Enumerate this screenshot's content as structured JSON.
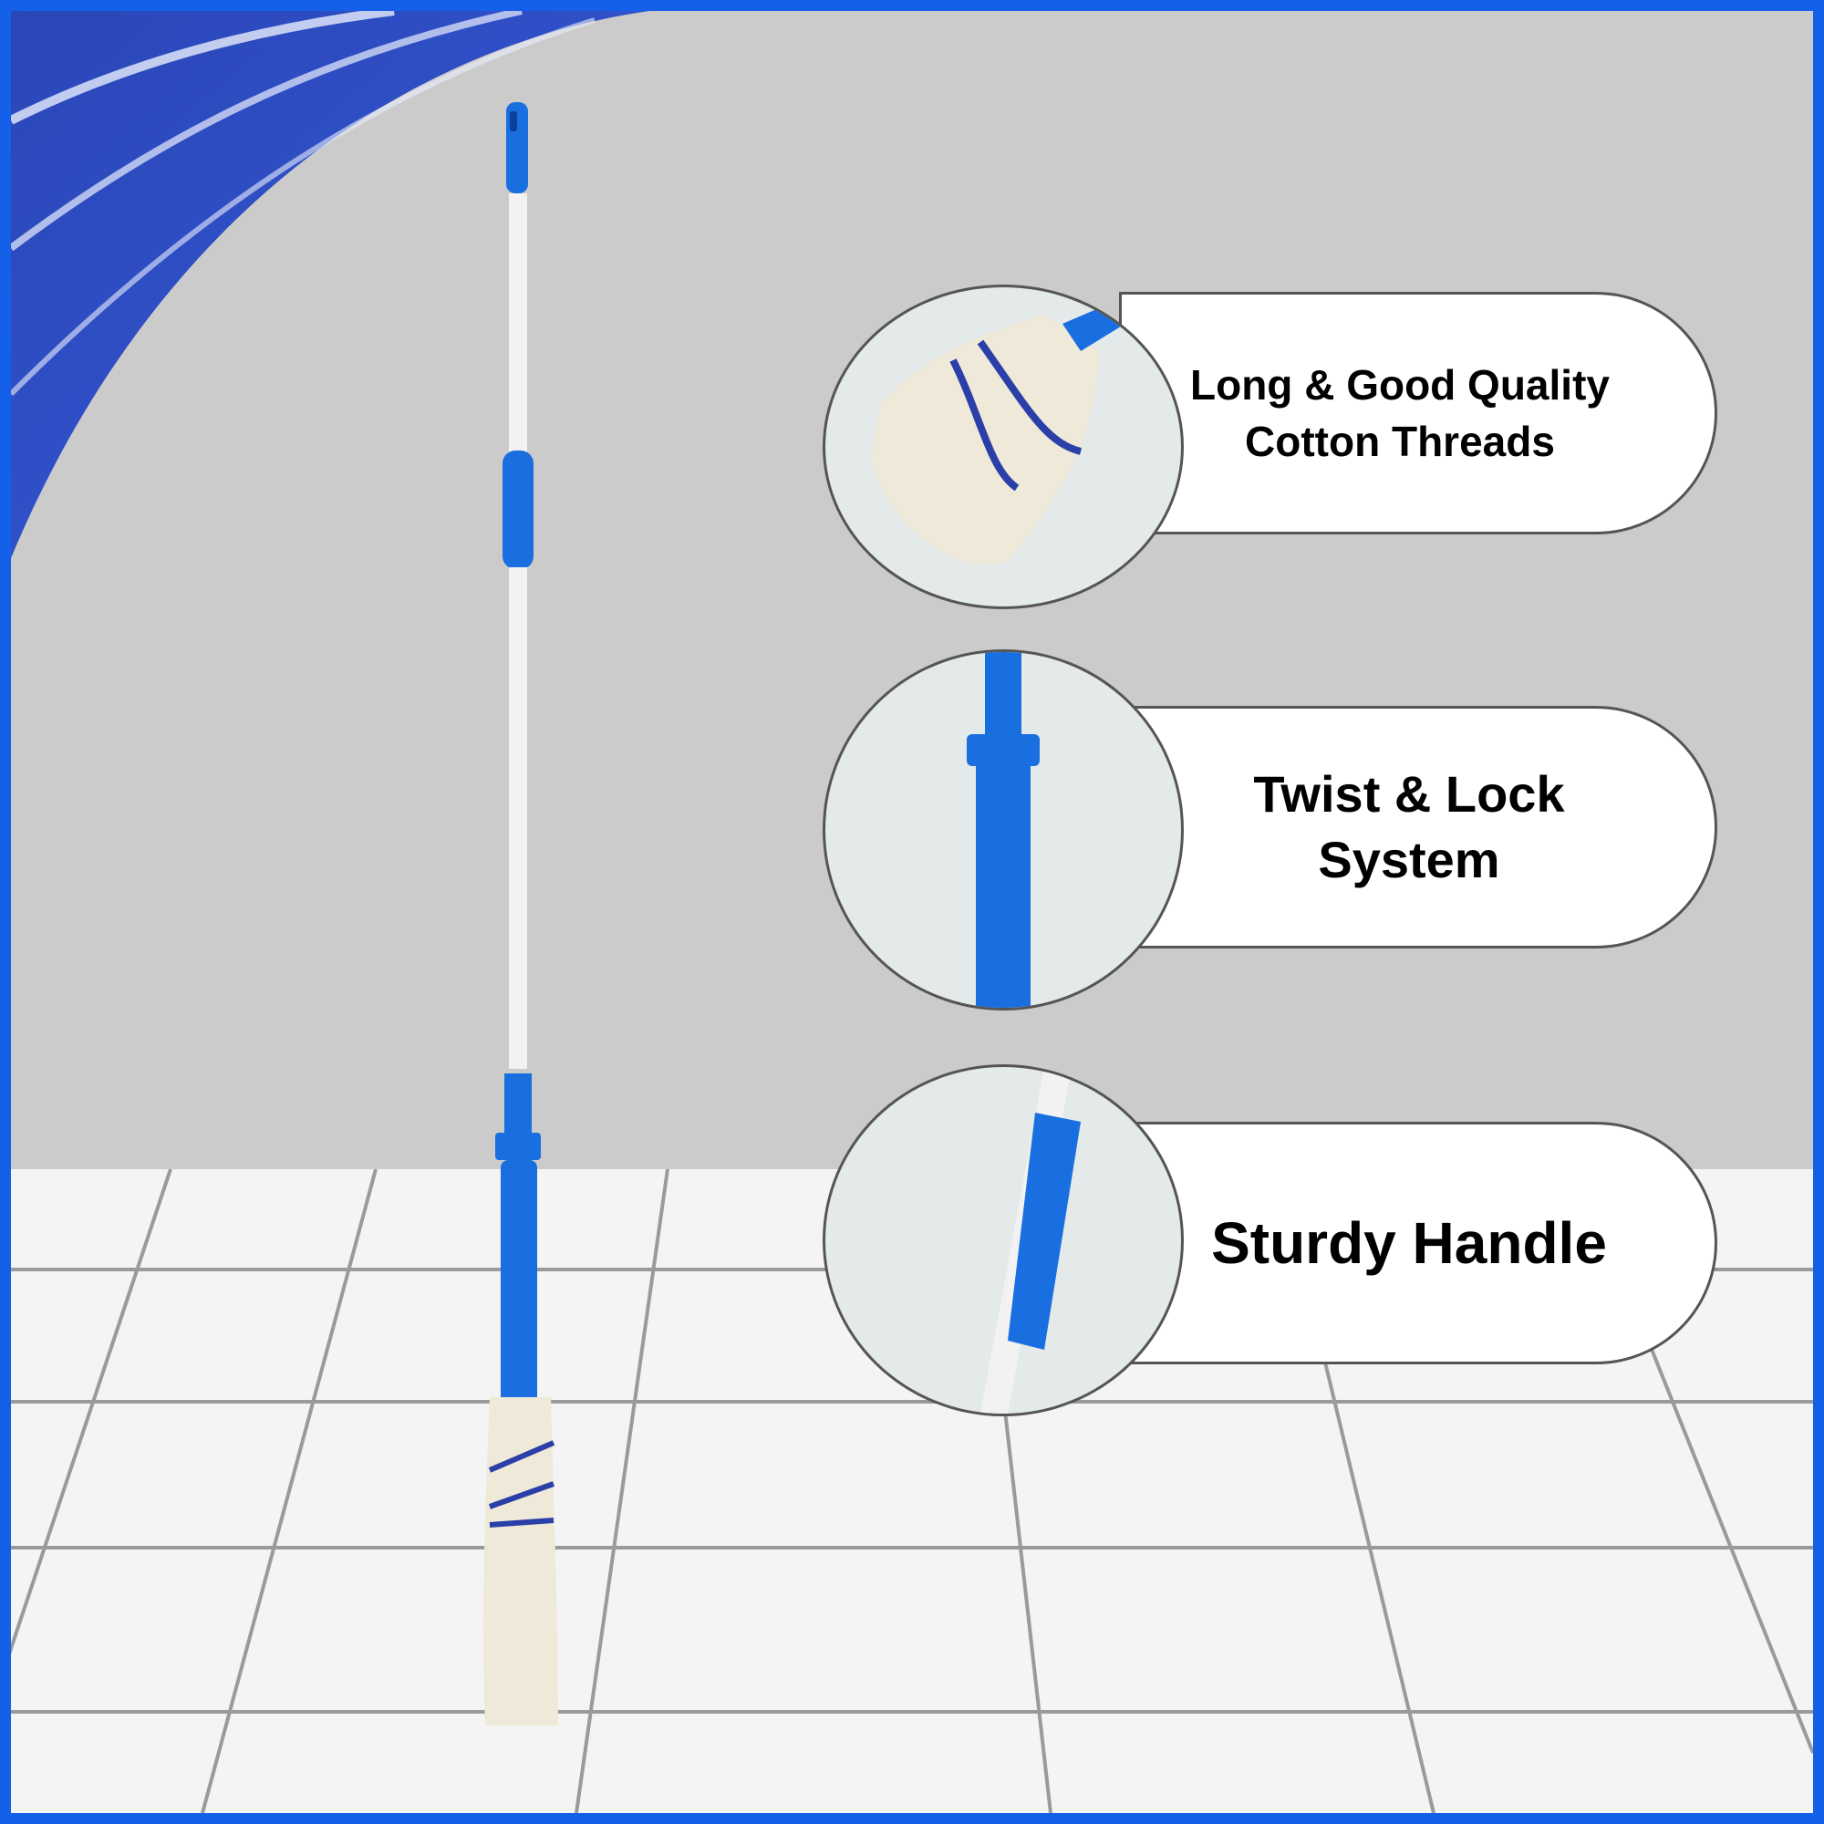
{
  "product": {
    "type": "twist mop",
    "colors": {
      "frame": "#1560e8",
      "handle_blue": "#1a6fe0",
      "pole_white": "#f2f2f2",
      "cotton": "#efe9d9",
      "band_blue": "#2a3fa8",
      "wall": "#cbcbcb",
      "floor": "#f4f4f4"
    }
  },
  "features": [
    {
      "lines": [
        "Long & Good Quality",
        "Cotton Threads"
      ],
      "icon": "cotton-mop-head-icon"
    },
    {
      "lines": [
        "Twist & Lock",
        "System"
      ],
      "icon": "twist-lock-joint-icon"
    },
    {
      "lines": [
        "Sturdy Handle"
      ],
      "icon": "grip-handle-icon"
    }
  ]
}
